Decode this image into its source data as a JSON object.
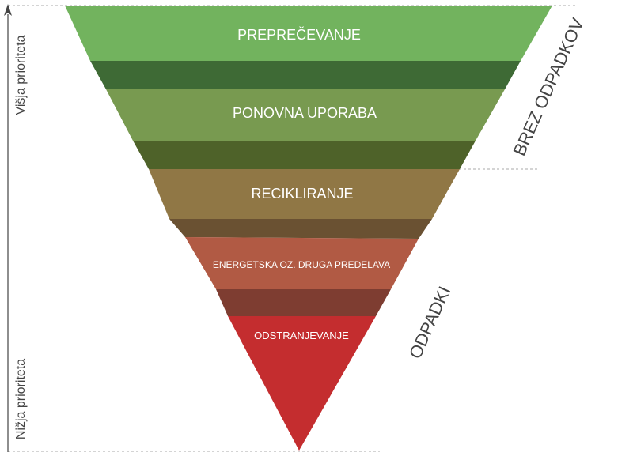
{
  "levels": [
    {
      "label": "PREPREČEVANJE",
      "color": "#72b35e",
      "shadow": "#3e6a35"
    },
    {
      "label": "PONOVNA UPORABA",
      "color": "#789a50",
      "shadow": "#4e6229"
    },
    {
      "label": "RECIKLIRANJE",
      "color": "#907745",
      "shadow": "#6a5132"
    },
    {
      "label": "ENERGETSKA OZ. DRUGA PREDELAVA",
      "color": "#b15a44",
      "shadow": "#7e3d31"
    },
    {
      "label": "ODSTRANJEVANJE",
      "color": "#c42d2f"
    }
  ],
  "groups": {
    "no_waste": "BREZ ODPADKOV",
    "waste": "ODPADKI"
  },
  "axis": {
    "higher_priority": "Višja prioriteta",
    "lower_priority": "Nižja prioriteta"
  },
  "colors": {
    "text": "#444444",
    "dashed_line": "#aaaaaa"
  }
}
